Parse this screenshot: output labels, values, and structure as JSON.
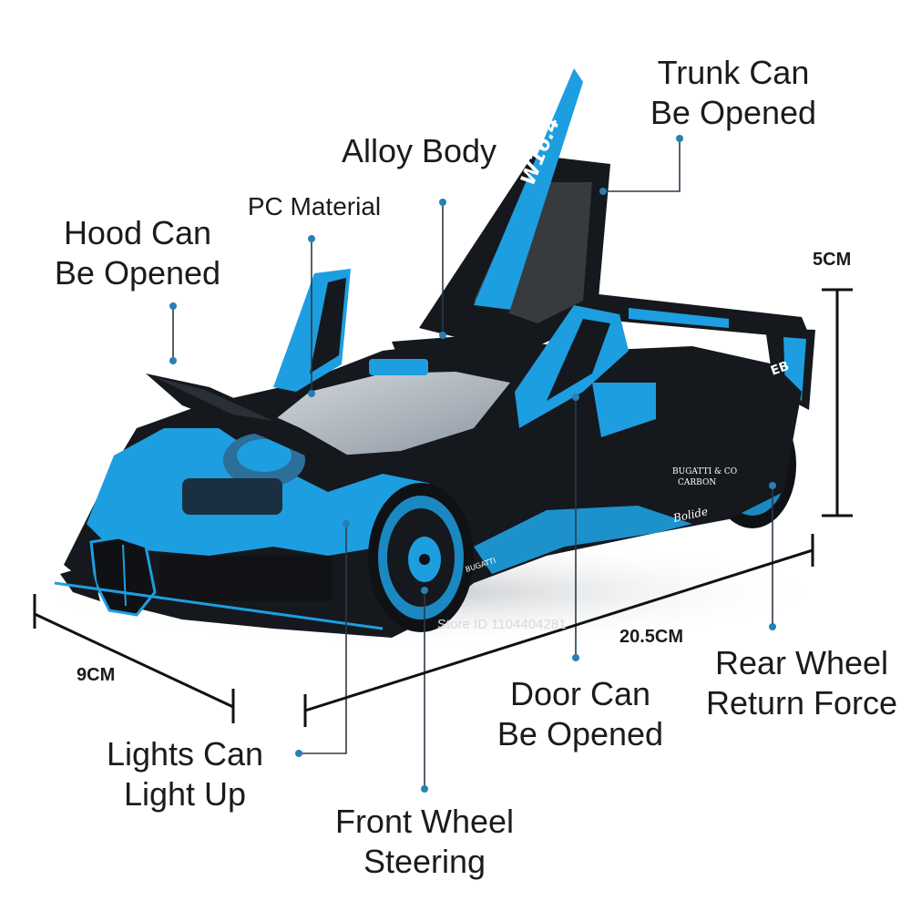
{
  "labels": {
    "trunk": [
      "Trunk Can",
      "Be Opened"
    ],
    "alloy": "Alloy Body",
    "pc": "PC Material",
    "hood": [
      "Hood Can",
      "Be Opened"
    ],
    "door": [
      "Door Can",
      "Be Opened"
    ],
    "rear_wheel": [
      "Rear Wheel",
      "Return Force"
    ],
    "lights": [
      "Lights Can",
      "Light Up"
    ],
    "front_wheel": [
      "Front Wheel",
      "Steering"
    ]
  },
  "dimensions": {
    "height": "5CM",
    "length": "20.5CM",
    "width": "9CM"
  },
  "car_text": {
    "wing": "W16.4",
    "side_badge": [
      "BUGATTI & CO",
      "CARBON"
    ],
    "script": "Bolide",
    "side_logo": "BUGATTI",
    "rear_marking": "EB"
  },
  "watermark": "Store ID 1104404281",
  "colors": {
    "accent_blue": "#1d9ee0",
    "body_black": "#15181d",
    "pointer": "#2b3a48"
  }
}
